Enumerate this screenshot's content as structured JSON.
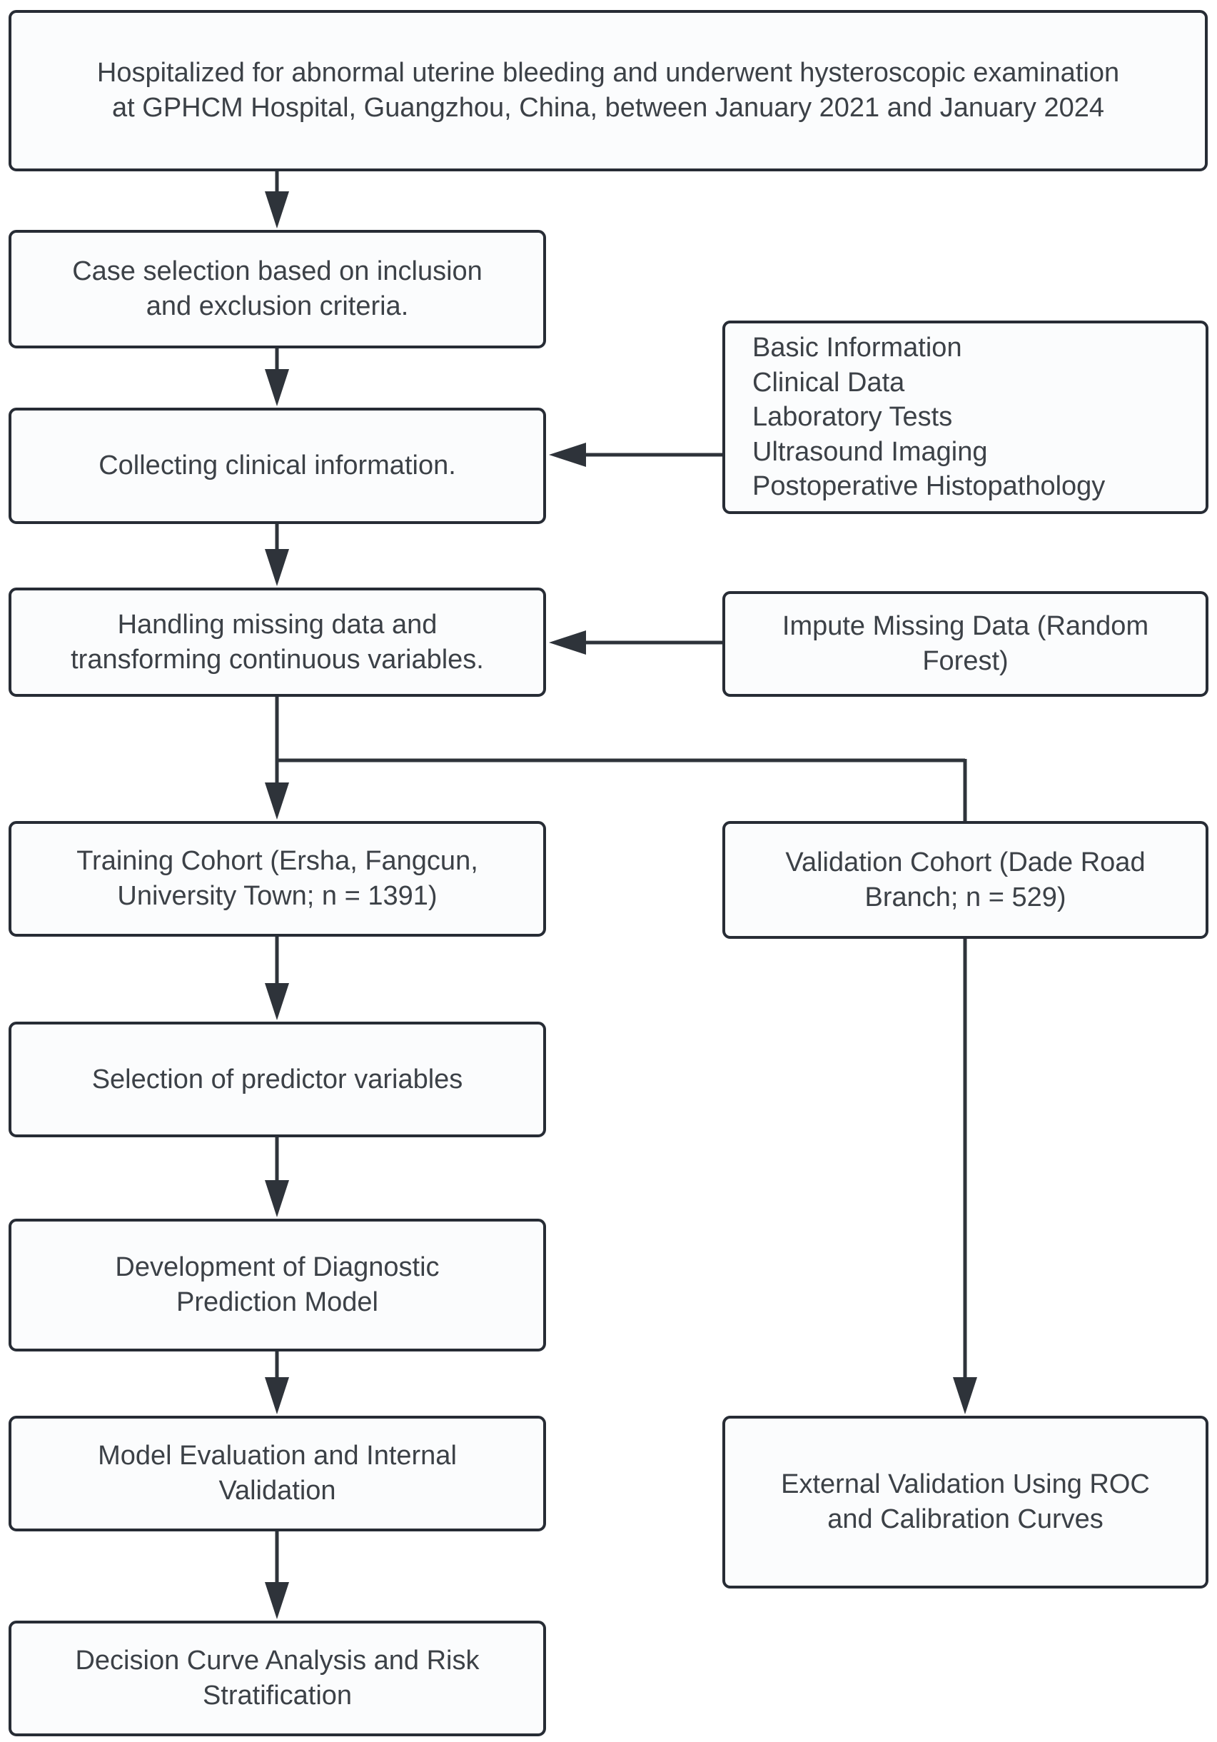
{
  "theme": {
    "canvas-bg": "#ffffff",
    "node-fill": "#fbfcfd",
    "node-border": "#272c35",
    "connector": "#2e333a",
    "text": "#3c4147"
  },
  "flowchart": {
    "nodes": {
      "admission": {
        "lines": [
          "Hospitalized for abnormal uterine bleeding and underwent hysteroscopic examination",
          "at GPHCM Hospital, Guangzhou, China, between January 2021 and January 2024"
        ]
      },
      "case_selection": {
        "lines": [
          "Case selection based on inclusion",
          "and exclusion criteria."
        ]
      },
      "collecting_info": {
        "lines": [
          "Collecting clinical information."
        ]
      },
      "data_sources": {
        "lines": [
          "Basic Information",
          "Clinical Data",
          "Laboratory Tests",
          "Ultrasound Imaging",
          "Postoperative Histopathology"
        ]
      },
      "missing_data": {
        "lines": [
          "Handling missing data and",
          "transforming continuous variables."
        ]
      },
      "impute": {
        "lines": [
          "Impute Missing Data (Random",
          "Forest)"
        ]
      },
      "training_cohort": {
        "lines": [
          "Training Cohort (Ersha, Fangcun,",
          "University Town; n = 1391)"
        ]
      },
      "validation_cohort": {
        "lines": [
          "Validation Cohort (Dade Road",
          "Branch; n = 529)"
        ]
      },
      "predictor_selection": {
        "lines": [
          "Selection of predictor variables"
        ]
      },
      "model_development": {
        "lines": [
          "Development of Diagnostic",
          "Prediction Model"
        ]
      },
      "internal_validation": {
        "lines": [
          "Model Evaluation and Internal",
          "Validation"
        ]
      },
      "dca": {
        "lines": [
          "Decision Curve Analysis and Risk",
          "Stratification"
        ]
      },
      "external_validation": {
        "lines": [
          "External Validation Using ROC",
          "and Calibration Curves"
        ]
      }
    }
  }
}
